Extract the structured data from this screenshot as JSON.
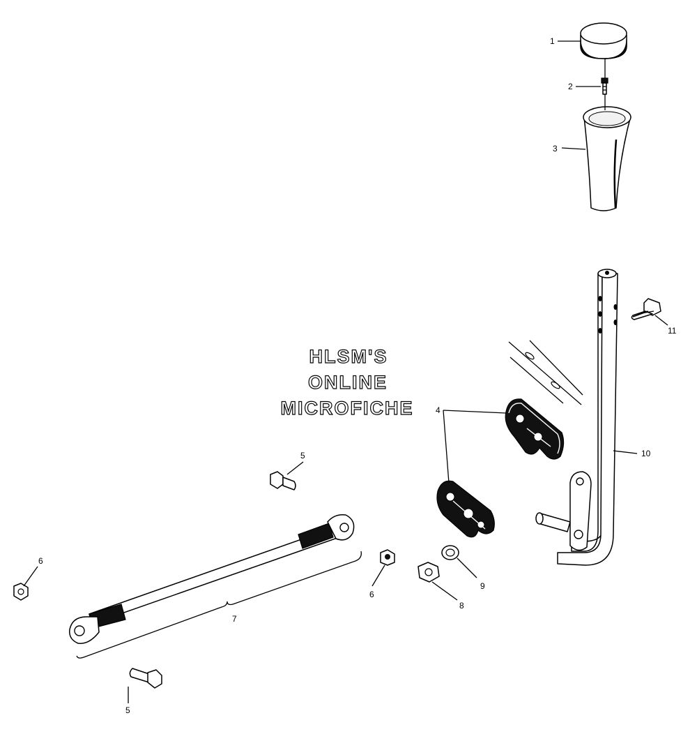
{
  "watermark": {
    "line1": "HLSM'S",
    "line2": "ONLINE",
    "line3": "MICROFICHE"
  },
  "callouts": [
    {
      "id": "c1",
      "label": "1"
    },
    {
      "id": "c2",
      "label": "2"
    },
    {
      "id": "c3",
      "label": "3"
    },
    {
      "id": "c4",
      "label": "4"
    },
    {
      "id": "c5a",
      "label": "5"
    },
    {
      "id": "c5b",
      "label": "5"
    },
    {
      "id": "c6a",
      "label": "6"
    },
    {
      "id": "c6b",
      "label": "6"
    },
    {
      "id": "c7",
      "label": "7"
    },
    {
      "id": "c8",
      "label": "8"
    },
    {
      "id": "c9",
      "label": "9"
    },
    {
      "id": "c10",
      "label": "10"
    },
    {
      "id": "c11",
      "label": "11"
    }
  ]
}
